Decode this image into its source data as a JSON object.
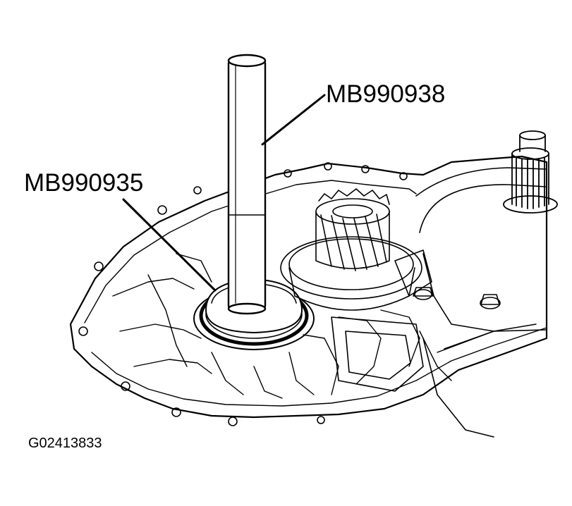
{
  "callouts": {
    "tool_upper": "MB990938",
    "tool_lower": "MB990935"
  },
  "figure_code": "G02413833",
  "colors": {
    "line": "#000000",
    "background": "#ffffff"
  }
}
